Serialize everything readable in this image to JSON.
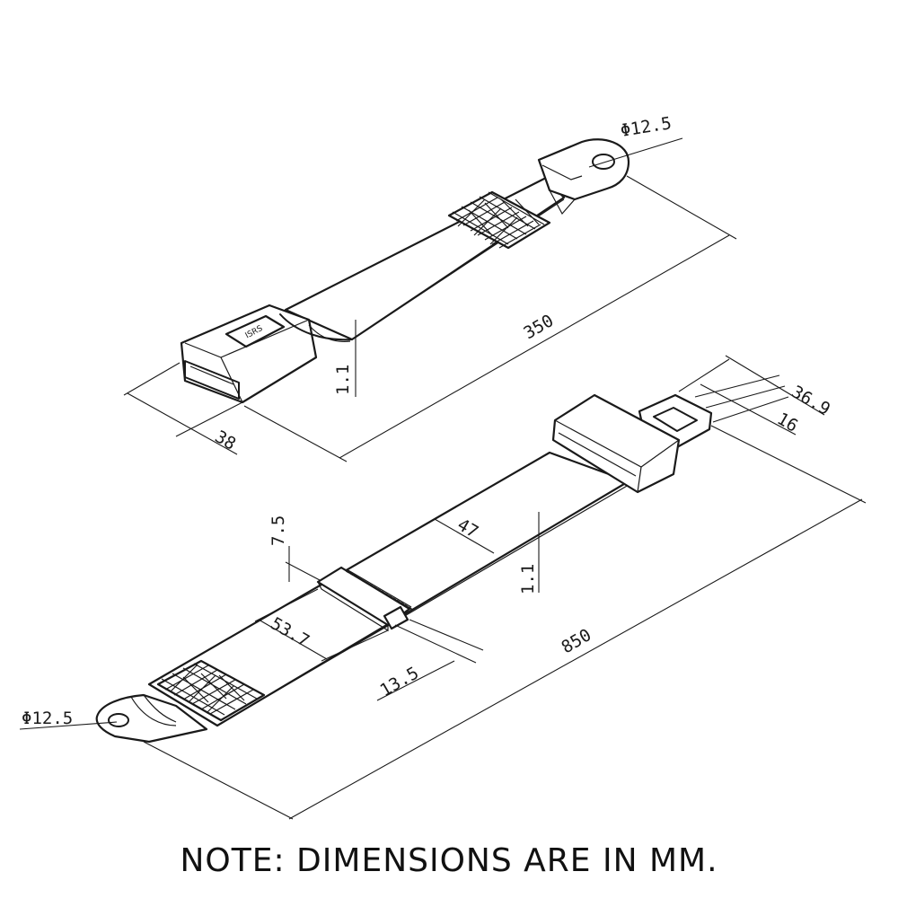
{
  "dimensions": {
    "top_hole": "Φ12.5",
    "top_length": "350",
    "top_thickness": "1.1",
    "top_width": "38",
    "tongue_width": "36.9",
    "tongue_slot": "16",
    "total_length": "850",
    "strap_width": "47",
    "bottom_thickness": "1.1",
    "adjuster_height": "7.5",
    "adjuster_width": "53.7",
    "adjuster_depth": "13.5",
    "bottom_hole": "Φ12.5"
  },
  "buckle_logo": "ISRS",
  "note": "NOTE: DIMENSIONS ARE IN MM."
}
